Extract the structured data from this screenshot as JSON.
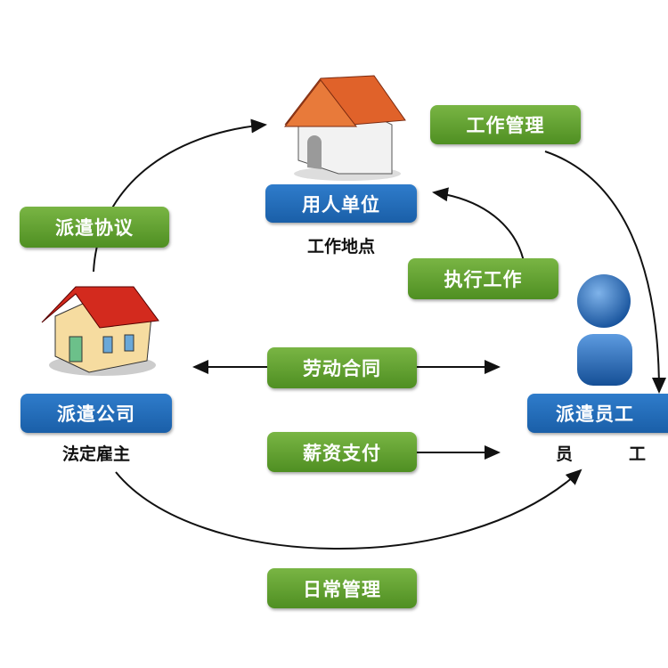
{
  "nodes": {
    "user_unit": {
      "label": "用人单位",
      "sub": "工作地点"
    },
    "dispatch_company": {
      "label": "派遣公司",
      "sub": "法定雇主"
    },
    "dispatch_employee": {
      "label": "派遣员工",
      "sub_left": "员",
      "sub_right": "工"
    }
  },
  "relations": {
    "work_management": "工作管理",
    "dispatch_agreement": "派遣协议",
    "execute_work": "执行工作",
    "labor_contract": "劳动合同",
    "salary_payment": "薪资支付",
    "daily_management": "日常管理"
  },
  "colors": {
    "green": "#5a9a2a",
    "blue": "#1f67b1",
    "roof_orange": "#e0622a",
    "roof_red": "#d32a1e"
  }
}
